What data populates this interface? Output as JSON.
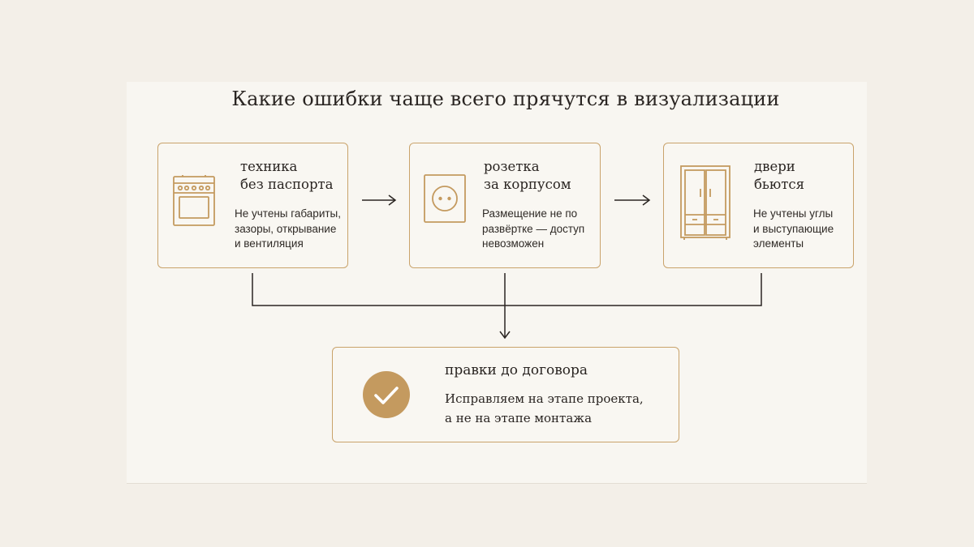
{
  "title": "Какие ошибки чаще всего прячутся в визуализации",
  "colors": {
    "accent": "#c49a5f",
    "card_border": "#c9a36b",
    "text": "#2a2522",
    "background": "#f3efe8"
  },
  "cards": [
    {
      "icon": "stove-icon",
      "title_lines": [
        "техника",
        "без паспорта"
      ],
      "desc_lines": [
        "Не учтены габариты,",
        "зазоры, открывание",
        "и вентиляция"
      ]
    },
    {
      "icon": "socket-icon",
      "title_lines": [
        "розетка",
        "за корпусом"
      ],
      "desc_lines": [
        "Размещение не по",
        "развёртке — доступ",
        "невозможен"
      ]
    },
    {
      "icon": "wardrobe-icon",
      "title_lines": [
        "двери",
        "бьются"
      ],
      "desc_lines": [
        "Не учтены углы",
        "и выступающие",
        "элементы"
      ]
    }
  ],
  "result": {
    "icon": "checkmark-icon",
    "title": "правки до договора",
    "desc_lines": [
      "Исправляем на этапе проекта,",
      "а не на этапе монтажа"
    ]
  }
}
